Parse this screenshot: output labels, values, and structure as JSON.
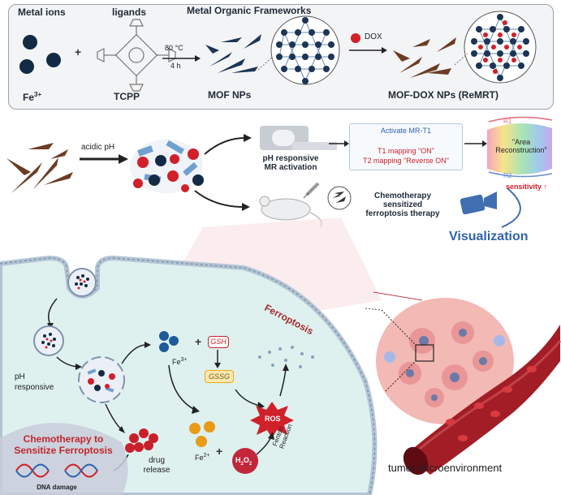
{
  "top": {
    "metal_ions": "Metal ions",
    "ligands": "ligands",
    "mof_title": "Metal Organic Frameworks",
    "temp": "80 °C",
    "time": "4 h",
    "dox": "DOX",
    "fe": "Fe",
    "fe_sup": "3+",
    "tcpp": "TCPP",
    "mof_nps": "MOF NPs",
    "remrt": "MOF-DOX NPs (ReMRT)",
    "plus": "+"
  },
  "middle": {
    "acidic": "acidic pH",
    "ph_resp_line1": "pH responsive",
    "ph_resp_line2": "MR activation",
    "activate": "Activate MR-T1",
    "t1": "T1 mapping \"ON\"",
    "t2": "T2 mapping \"Reverse ON\"",
    "area1": "\"Area",
    "area2": "Reconstruction\"",
    "r1": "R1",
    "r2": "R2",
    "sensitivity": "sensitivity",
    "sens_arrow": "↑",
    "chemo1": "Chemotherapy",
    "chemo2": "sensitized",
    "chemo3": "ferroptosis therapy",
    "visualization": "Visualization"
  },
  "bottom": {
    "ph_resp1": "pH",
    "ph_resp2": "responsive",
    "fe3": "Fe",
    "fe3_sup": "3+",
    "fe2": "Fe",
    "fe2_sup": "2+",
    "gsh": "GSH",
    "gssg": "GSSG",
    "ros": "ROS",
    "h2o2": "H",
    "h2o2_a": "2",
    "h2o2_b": "O",
    "h2o2_c": "2",
    "fenton1": "Fenton",
    "fenton2": "Reaction",
    "ferroptosis": "Ferroptosis",
    "drug1": "drug",
    "drug2": "release",
    "chemo_title1": "Chemotherapy to",
    "chemo_title2": "Sensitize Ferroptosis",
    "dna": "DNA damage",
    "tumor": "tumor microenvironment",
    "plus1": "+",
    "plus2": "+"
  },
  "colors": {
    "navy": "#132a44",
    "brown": "#6b3d24",
    "red": "#d0202a",
    "blue_accent": "#2f62b0",
    "cell_bg": "#dff1ef",
    "orange": "#e89a18"
  }
}
